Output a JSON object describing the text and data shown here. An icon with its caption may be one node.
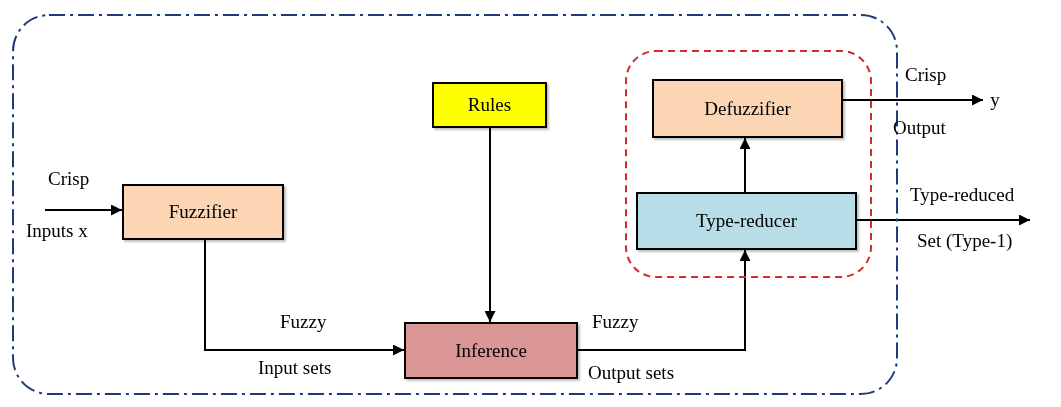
{
  "diagram": {
    "nodes": [
      {
        "text": [],
        "shape": "box"
      },
      {
        "text": [],
        "shape": "box",
        "in": 0
      },
      {
        "text": [
          "Rules"
        ],
        "in": 0
      },
      {
        "text": [
          "Fuzzifier"
        ],
        "in": 0
      },
      {
        "text": [
          "Defuzzifier"
        ],
        "in": 1
      },
      {
        "text": [
          "Type-reducer"
        ],
        "in": 1
      },
      {
        "text": [
          "Inference"
        ],
        "in": 0
      },
      {
        "text": [
          "y"
        ]
      }
    ],
    "edges": [
      {
        "from": null,
        "to": 3,
        "arrow": "to"
      },
      {
        "from": 3,
        "to": 6,
        "arrow": "to"
      },
      {
        "from": 2,
        "to": 6,
        "arrow": "to"
      },
      {
        "from": 6,
        "to": 5,
        "arrow": "to"
      },
      {
        "from": 5,
        "to": 4,
        "arrow": "to"
      },
      {
        "from": 4,
        "to": 7,
        "arrow": "to"
      },
      {
        "from": 5,
        "to": null,
        "arrow": "to"
      }
    ],
    "labels": [
      "Crisp",
      "Inputs x",
      "Fuzzy",
      "Input sets",
      "Fuzzy",
      "Output sets",
      "Crisp",
      "Output",
      "Type-reduced",
      "Set (Type-1)"
    ]
  }
}
